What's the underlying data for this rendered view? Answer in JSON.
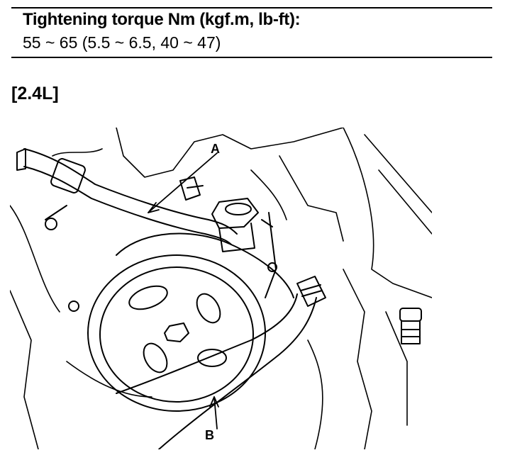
{
  "spec": {
    "title": "Tightening torque Nm (kgf.m, lb-ft):",
    "value": "55 ~ 65 (5.5 ~ 6.5, 40 ~ 47)"
  },
  "variant_label": "[2.4L]",
  "figure": {
    "callouts": {
      "a": "A",
      "b": "B"
    }
  }
}
